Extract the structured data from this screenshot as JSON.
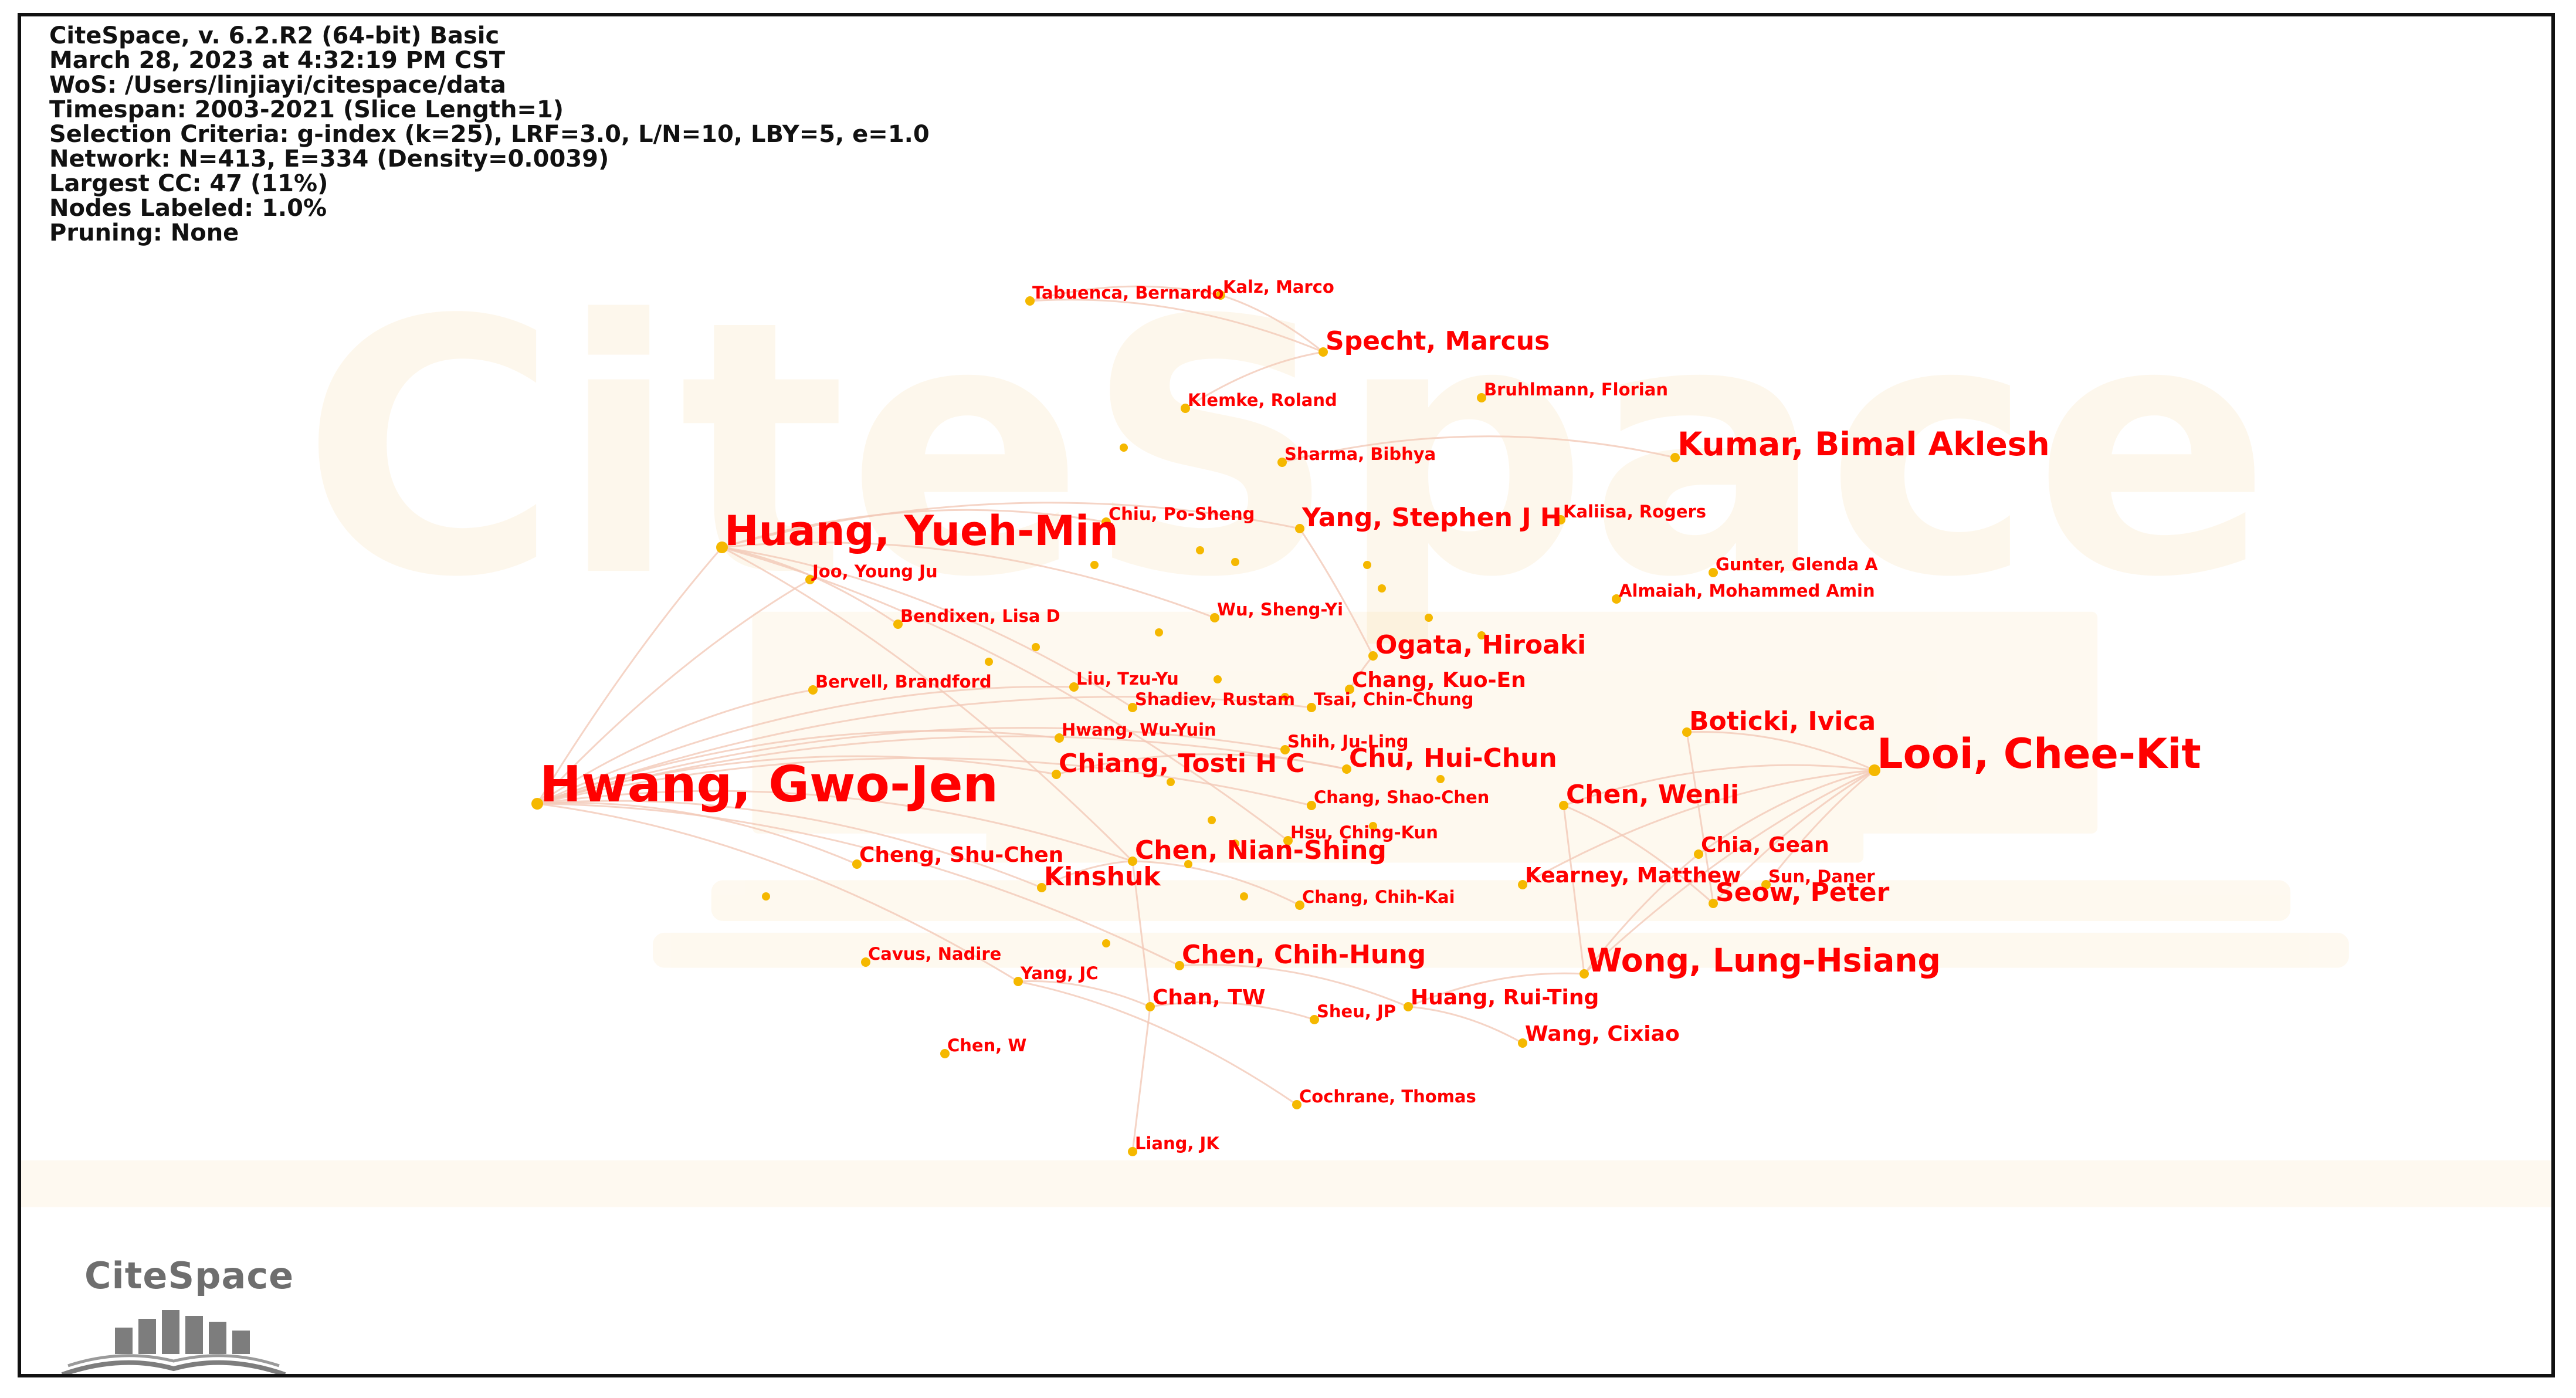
{
  "info": {
    "lines": [
      "CiteSpace, v. 6.2.R2 (64-bit) Basic",
      "March 28, 2023 at 4:32:19 PM CST",
      "WoS: /Users/linjiayi/citespace/data",
      "Timespan: 2003-2021 (Slice Length=1)",
      "Selection Criteria: g-index (k=25), LRF=3.0, L/N=10, LBY=5, e=1.0",
      "Network: N=413, E=334 (Density=0.0039)",
      "Largest CC: 47 (11%)",
      "Nodes Labeled: 1.0%",
      "Pruning: None"
    ]
  },
  "watermark": {
    "text": "CiteSpace"
  },
  "logo": {
    "text": "CiteSpace"
  },
  "colors": {
    "label": "#ff0000",
    "node": "#f5b800",
    "edge": "#f2c9b8",
    "text": "#111111"
  },
  "authors": [
    {
      "id": "tabuenca",
      "name": "Tabuenca, Bernardo",
      "size": "xs"
    },
    {
      "id": "kalz",
      "name": "Kalz, Marco",
      "size": "xs"
    },
    {
      "id": "specht",
      "name": "Specht, Marcus",
      "size": "m"
    },
    {
      "id": "klemke",
      "name": "Klemke, Roland",
      "size": "xs"
    },
    {
      "id": "bruhlmann",
      "name": "Bruhlmann, Florian",
      "size": "xs"
    },
    {
      "id": "sharma",
      "name": "Sharma, Bibhya",
      "size": "xs"
    },
    {
      "id": "kumar",
      "name": "Kumar, Bimal Aklesh",
      "size": "l"
    },
    {
      "id": "chiu",
      "name": "Chiu, Po-Sheng",
      "size": "xs"
    },
    {
      "id": "huang_ym",
      "name": "Huang, Yueh-Min",
      "size": "xl"
    },
    {
      "id": "yang_sjh",
      "name": "Yang, Stephen J H",
      "size": "m"
    },
    {
      "id": "kaliisa",
      "name": "Kaliisa, Rogers",
      "size": "xs"
    },
    {
      "id": "joo",
      "name": "Joo, Young Ju",
      "size": "xs"
    },
    {
      "id": "gunter",
      "name": "Gunter, Glenda A",
      "size": "xs"
    },
    {
      "id": "almaiah",
      "name": "Almaiah, Mohammed Amin",
      "size": "xs"
    },
    {
      "id": "bendixen",
      "name": "Bendixen, Lisa D",
      "size": "xs"
    },
    {
      "id": "wu",
      "name": "Wu, Sheng-Yi",
      "size": "xs"
    },
    {
      "id": "ogata",
      "name": "Ogata, Hiroaki",
      "size": "m"
    },
    {
      "id": "bervell",
      "name": "Bervell, Brandford",
      "size": "xs"
    },
    {
      "id": "liu",
      "name": "Liu, Tzu-Yu",
      "size": "xs"
    },
    {
      "id": "chang_ke",
      "name": "Chang, Kuo-En",
      "size": "s"
    },
    {
      "id": "shadiev",
      "name": "Shadiev, Rustam",
      "size": "xs"
    },
    {
      "id": "tsai",
      "name": "Tsai, Chin-Chung",
      "size": "xs"
    },
    {
      "id": "boticki",
      "name": "Boticki, Ivica",
      "size": "m"
    },
    {
      "id": "hwang_wy",
      "name": "Hwang, Wu-Yuin",
      "size": "xs"
    },
    {
      "id": "shih",
      "name": "Shih, Ju-Ling",
      "size": "xs"
    },
    {
      "id": "looi",
      "name": "Looi, Chee-Kit",
      "size": "xl"
    },
    {
      "id": "chiang",
      "name": "Chiang, Tosti H C",
      "size": "m"
    },
    {
      "id": "chu",
      "name": "Chu, Hui-Chun",
      "size": "m"
    },
    {
      "id": "hwang_gj",
      "name": "Hwang, Gwo-Jen",
      "size": "xxl"
    },
    {
      "id": "chang_sc",
      "name": "Chang, Shao-Chen",
      "size": "xs"
    },
    {
      "id": "chen_wl",
      "name": "Chen, Wenli",
      "size": "m"
    },
    {
      "id": "hsu",
      "name": "Hsu, Ching-Kun",
      "size": "xs"
    },
    {
      "id": "chia",
      "name": "Chia, Gean",
      "size": "s"
    },
    {
      "id": "cheng",
      "name": "Cheng, Shu-Chen",
      "size": "s"
    },
    {
      "id": "chen_ns",
      "name": "Chen, Nian-Shing",
      "size": "m"
    },
    {
      "id": "kearney",
      "name": "Kearney, Matthew",
      "size": "s"
    },
    {
      "id": "sun",
      "name": "Sun, Daner",
      "size": "xs"
    },
    {
      "id": "kinshuk",
      "name": "Kinshuk",
      "size": "m"
    },
    {
      "id": "chang_ck",
      "name": "Chang, Chih-Kai",
      "size": "xs"
    },
    {
      "id": "seow",
      "name": "Seow, Peter",
      "size": "m"
    },
    {
      "id": "cavus",
      "name": "Cavus, Nadire",
      "size": "xs"
    },
    {
      "id": "chen_ch",
      "name": "Chen, Chih-Hung",
      "size": "m"
    },
    {
      "id": "wong",
      "name": "Wong, Lung-Hsiang",
      "size": "l"
    },
    {
      "id": "yang_jc",
      "name": "Yang, JC",
      "size": "xs"
    },
    {
      "id": "chan",
      "name": "Chan, TW",
      "size": "s"
    },
    {
      "id": "huang_rt",
      "name": "Huang, Rui-Ting",
      "size": "s"
    },
    {
      "id": "sheu",
      "name": "Sheu, JP",
      "size": "xs"
    },
    {
      "id": "wang",
      "name": "Wang, Cixiao",
      "size": "s"
    },
    {
      "id": "chen_w",
      "name": "Chen, W",
      "size": "xs"
    },
    {
      "id": "cochrane",
      "name": "Cochrane, Thomas",
      "size": "xs"
    },
    {
      "id": "liang",
      "name": "Liang, JK",
      "size": "xs"
    }
  ]
}
